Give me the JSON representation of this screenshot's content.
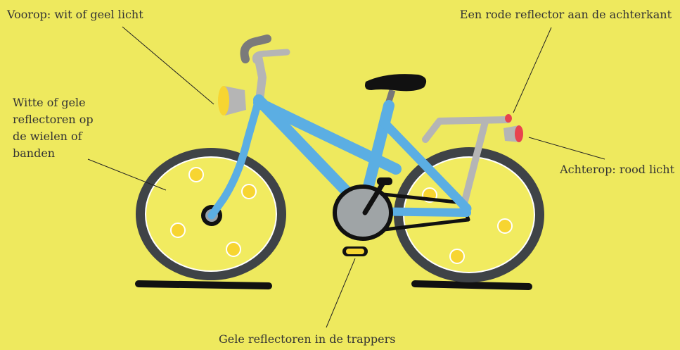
{
  "labels": {
    "front_light": "Voorop: wit of geel licht",
    "rear_reflector": "Een rode reflector aan de achterkant",
    "wheel_reflectors": [
      "Witte of gele",
      "reflectoren op",
      "de wielen of",
      "banden"
    ],
    "rear_light": "Achterop: rood licht",
    "pedal_reflectors": "Gele reflectoren in de trappers"
  },
  "colors": {
    "background": "#EEE95E",
    "frame": "#5BAEE3",
    "tire": "#3F4347",
    "rim_fill": "#F1EB60",
    "reflector": "#F7D531",
    "rear_red": "#E8434E",
    "grey_parts": "#B5B5B5",
    "dark": "#111111"
  }
}
